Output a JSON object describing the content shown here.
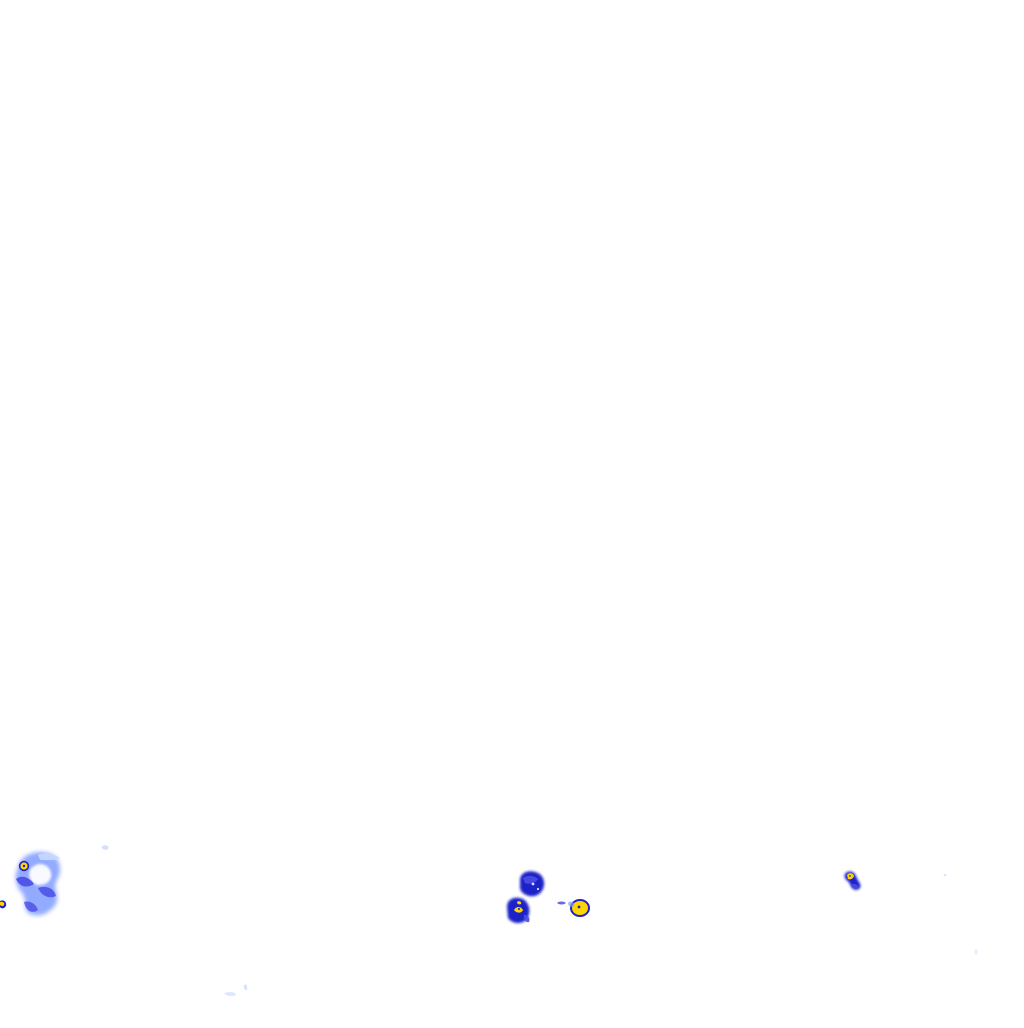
{
  "map": {
    "type": "precipitation-radar-overlay",
    "background_color": "#ffffff",
    "legend": [],
    "intensity_colors": {
      "very_light": "#c7d9ff",
      "light": "#7f9cff",
      "moderate": "#4a4de6",
      "heavy": "#1f22c8",
      "very_heavy": "#ffd400"
    },
    "features": [
      {
        "name": "precip-cell-west",
        "peak_intensity": "very_heavy"
      },
      {
        "name": "precip-fragment-far-west",
        "peak_intensity": "very_heavy"
      },
      {
        "name": "precip-cell-center-upper",
        "peak_intensity": "heavy"
      },
      {
        "name": "precip-cell-center-lower",
        "peak_intensity": "very_heavy"
      },
      {
        "name": "precip-cell-center-right",
        "peak_intensity": "very_heavy"
      },
      {
        "name": "precip-cell-east",
        "peak_intensity": "very_heavy"
      },
      {
        "name": "precip-speck-light-1",
        "peak_intensity": "very_light"
      },
      {
        "name": "precip-speck-light-2",
        "peak_intensity": "very_light"
      },
      {
        "name": "precip-speck-light-3",
        "peak_intensity": "very_light"
      }
    ]
  }
}
